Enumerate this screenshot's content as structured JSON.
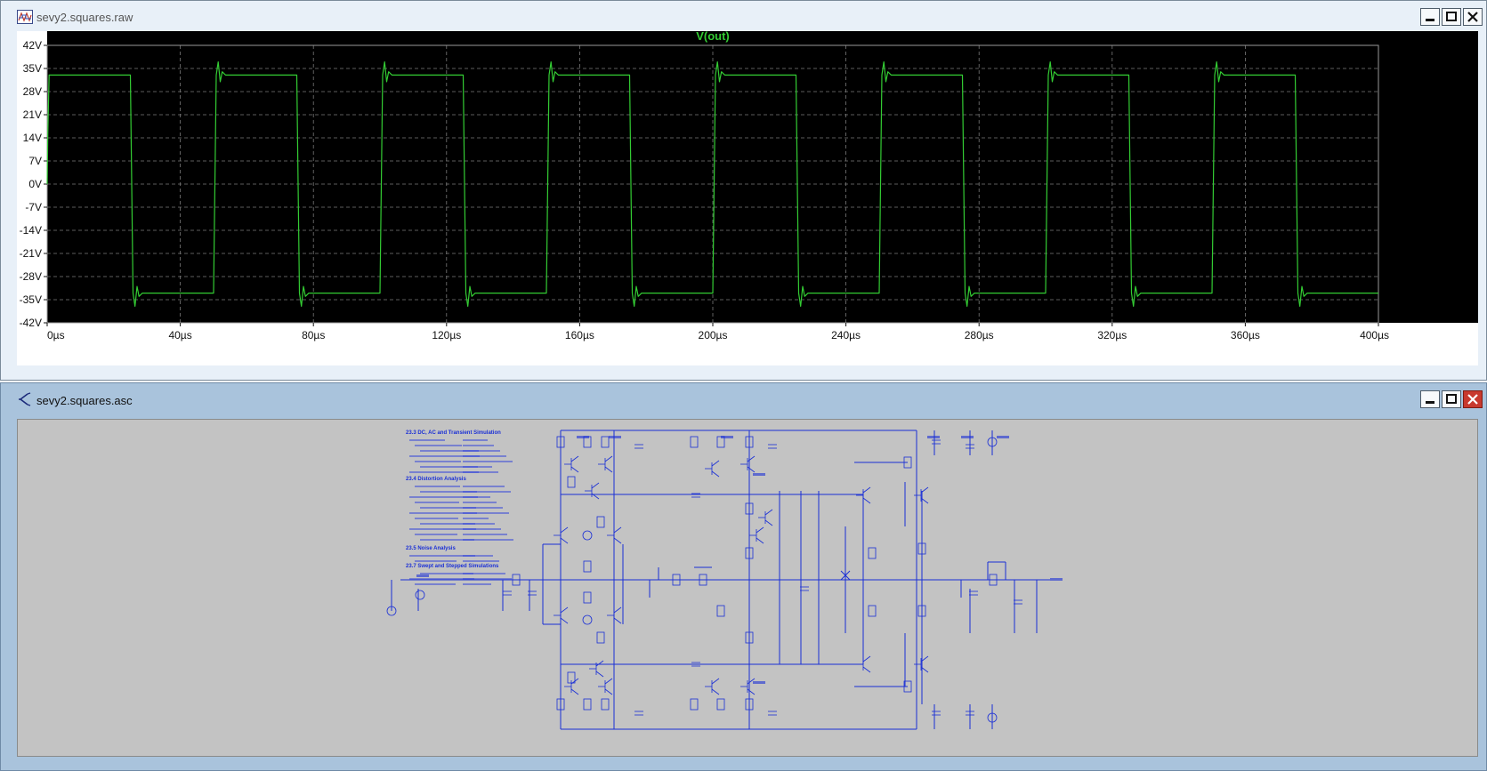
{
  "plot_window": {
    "title": "sevy2.squares.raw",
    "controls": {
      "minimize": "minimize",
      "maximize": "maximize",
      "close": "close"
    }
  },
  "schematic_window": {
    "title": "sevy2.squares.asc",
    "controls": {
      "minimize": "minimize",
      "maximize": "maximize",
      "close": "close"
    },
    "netlist_headings": [
      "23.3 DC, AC and Transient Simulation",
      "23.4 Distortion Analysis",
      "23.5 Noise Analysis",
      "23.7 Swept and Stepped Simulations"
    ]
  },
  "colors": {
    "trace": "#33cc33",
    "plot_bg": "#000000",
    "axis_text": "#111111",
    "schematic_wire": "#1a2fd6",
    "schematic_bg": "#c3c3c3",
    "window_frame": "#a9c3dc"
  },
  "chart_data": {
    "type": "line",
    "title": "V(out)",
    "x_tick_labels": [
      "0µs",
      "40µs",
      "80µs",
      "120µs",
      "160µs",
      "200µs",
      "240µs",
      "280µs",
      "320µs",
      "360µs",
      "400µs"
    ],
    "y_tick_labels": [
      "42V",
      "35V",
      "28V",
      "21V",
      "14V",
      "7V",
      "0V",
      "-7V",
      "-14V",
      "-21V",
      "-28V",
      "-35V",
      "-42V"
    ],
    "xlim": [
      0,
      400
    ],
    "ylim": [
      -42,
      42
    ],
    "grid": true,
    "series": [
      {
        "name": "V(out)",
        "x": [
          0,
          0.2,
          0.6,
          1.0,
          25,
          25.8,
          26.4,
          27.0,
          27.6,
          28.6,
          50,
          50.8,
          51.4,
          52.0,
          52.6,
          53.6,
          75,
          75.8,
          76.4,
          77.0,
          77.6,
          78.6,
          100,
          100.8,
          101.4,
          102.0,
          102.6,
          103.6,
          125,
          125.8,
          126.4,
          127.0,
          127.6,
          128.6,
          150,
          150.8,
          151.4,
          152.0,
          152.6,
          153.6,
          175,
          175.8,
          176.4,
          177.0,
          177.6,
          178.6,
          200,
          200.8,
          201.4,
          202.0,
          202.6,
          203.6,
          225,
          225.8,
          226.4,
          227.0,
          227.6,
          228.6,
          250,
          250.8,
          251.4,
          252.0,
          252.6,
          253.6,
          275,
          275.8,
          276.4,
          277.0,
          277.6,
          278.6,
          300,
          300.8,
          301.4,
          302.0,
          302.6,
          303.6,
          325,
          325.8,
          326.4,
          327.0,
          327.6,
          328.6,
          350,
          350.8,
          351.4,
          352.0,
          352.6,
          353.6,
          375,
          375.8,
          376.4,
          377.0,
          377.6,
          378.6,
          400
        ],
        "y": [
          0,
          15,
          33,
          33,
          33,
          -33,
          -37,
          -31,
          -34,
          -33,
          -33,
          33,
          37,
          31,
          34,
          33,
          33,
          -33,
          -37,
          -31,
          -34,
          -33,
          -33,
          33,
          37,
          31,
          34,
          33,
          33,
          -33,
          -37,
          -31,
          -34,
          -33,
          -33,
          33,
          37,
          31,
          34,
          33,
          33,
          -33,
          -37,
          -31,
          -34,
          -33,
          -33,
          33,
          37,
          31,
          34,
          33,
          33,
          -33,
          -37,
          -31,
          -34,
          -33,
          -33,
          33,
          37,
          31,
          34,
          33,
          33,
          -33,
          -37,
          -31,
          -34,
          -33,
          -33,
          33,
          37,
          31,
          34,
          33,
          33,
          -33,
          -37,
          -31,
          -34,
          -33,
          -33,
          33,
          37,
          31,
          34,
          33,
          33,
          -33,
          -37,
          -31,
          -34,
          -33,
          -33
        ]
      }
    ]
  }
}
